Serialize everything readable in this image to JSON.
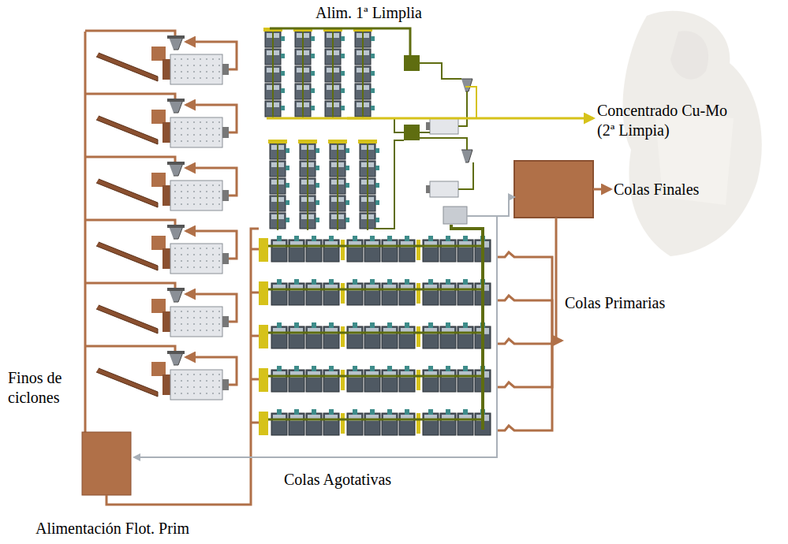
{
  "diagram": {
    "labels": [
      "Alim. 1ª Limplia",
      "Concentrado Cu-Mo (2ª Limpia)",
      "Colas Finales",
      "Colas Primarias",
      "Finos de ciclones",
      "Colas Agotativas",
      "Alimentación Flot. Prim"
    ]
  }
}
